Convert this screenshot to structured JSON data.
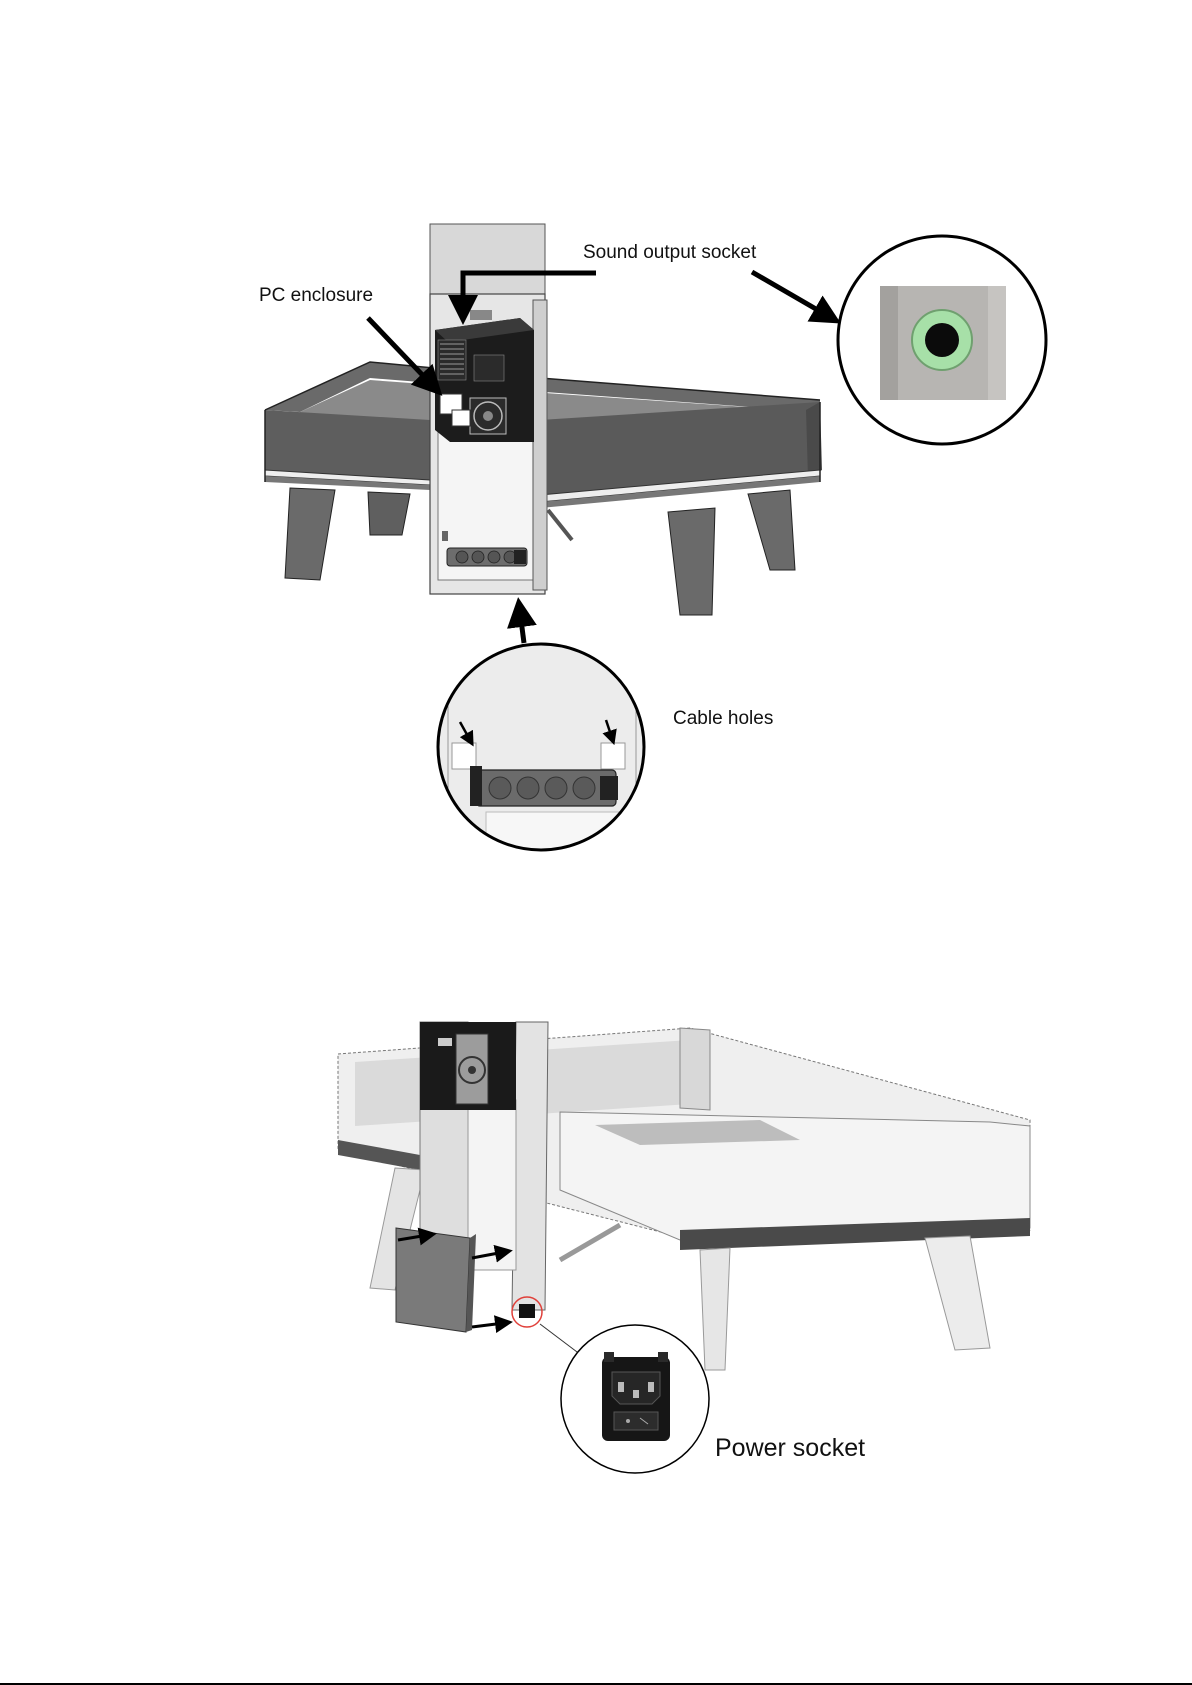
{
  "figure_top": {
    "labels": {
      "pc_enclosure": "PC enclosure",
      "sound_output_socket": "Sound output socket",
      "cable_holes": "Cable holes"
    },
    "colors": {
      "table_dark": "#5b5b5b",
      "table_mid": "#7a7a7a",
      "column": "#d9d9d9",
      "pc_box": "#1c1c1c",
      "socket_green": "#a7e0a8"
    }
  },
  "figure_bottom": {
    "labels": {
      "power_socket": "Power socket"
    },
    "colors": {
      "table_light": "#d4d4d4",
      "table_lighter": "#ececec",
      "highlight_ring": "#e0403a",
      "socket_black": "#111111"
    }
  },
  "page": {
    "bottom_rule": true
  }
}
